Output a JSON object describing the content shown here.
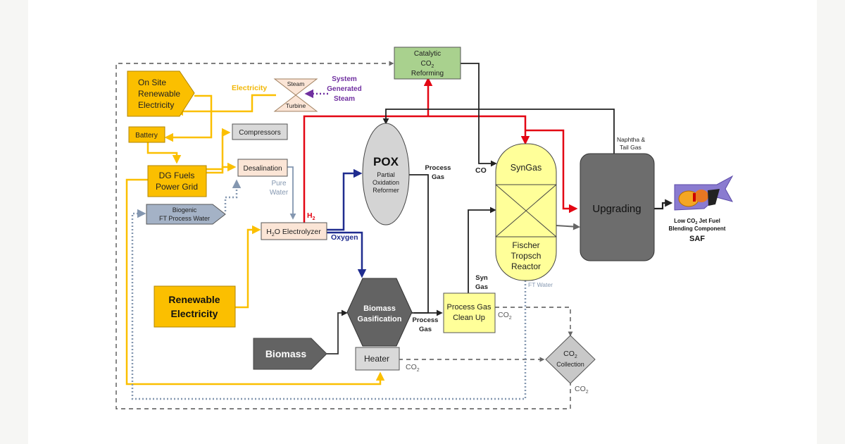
{
  "colors": {
    "yellow": "#fbbf00",
    "yellow_stroke": "#b08600",
    "yellow_text": "#f2b705",
    "light_yellow": "#ffff99",
    "red": "#e30613",
    "navy": "#1f2c8f",
    "purple": "#7030a0",
    "dark_gray": "#636363",
    "mid_gray": "#7a7a7a",
    "light_gray": "#d9d9d9",
    "peach": "#fbe5d6",
    "green": "#a9d18e",
    "blue_gray": "#a4b2c6",
    "water_blue": "#8497b0",
    "dashed": "#555555"
  },
  "nodes": {
    "onsite_renewable": [
      "On Site",
      "Renewable",
      "Electricity"
    ],
    "battery": "Battery",
    "dg_fuels": [
      "DG Fuels",
      "Power Grid"
    ],
    "compressors": "Compressors",
    "desalination": "Desalination",
    "biogenic_water": [
      "Biogenic",
      "FT Process Water"
    ],
    "electrolyzer_main": "H",
    "electrolyzer_sub": "2",
    "electrolyzer_rest": "O Electrolyzer",
    "renewable": [
      "Renewable",
      "Electricity"
    ],
    "biomass": "Biomass",
    "steam_turbine_top": "Steam",
    "steam_turbine_bottom": "Turbine",
    "catalytic_line1": "Catalytic",
    "catalytic_co": "CO",
    "catalytic_sub": "2",
    "catalytic_line3": "Reforming",
    "pox_title": "POX",
    "pox_sub": [
      "Partial",
      "Oxidation",
      "Reformer"
    ],
    "gasification": [
      "Biomass",
      "Gasification"
    ],
    "heater": "Heater",
    "clean_up": [
      "Process Gas",
      "Clean Up"
    ],
    "syngas": "SynGas",
    "ft_reactor": [
      "Fischer",
      "Tropsch",
      "Reactor"
    ],
    "upgrading": "Upgrading",
    "co2_collection_co": "CO",
    "co2_collection_sub": "2",
    "co2_collection_label": "Collection"
  },
  "labels": {
    "electricity": "Electricity",
    "system_steam": [
      "System",
      "Generated",
      "Steam"
    ],
    "pure_water": [
      "Pure",
      "Water"
    ],
    "h2_main": "H",
    "h2_sub": "2",
    "oxygen": "Oxygen",
    "process_gas_top": [
      "Process",
      "Gas"
    ],
    "process_gas_bottom": [
      "Process",
      "Gas"
    ],
    "co": "CO",
    "syn_gas": [
      "Syn",
      "Gas"
    ],
    "naphtha": [
      "Naphtha  &",
      "Tail Gas"
    ],
    "ft_water": "FT Water",
    "co2_cleanup_main": "CO",
    "co2_cleanup_sub": "2",
    "co2_heater_main": "CO",
    "co2_heater_sub": "2",
    "co2_bottom_main": "CO",
    "co2_bottom_sub": "2",
    "saf_line1_a": "Low CO",
    "saf_line1_sub": "2",
    "saf_line1_b": " Jet Fuel",
    "saf_line2": "Blending Component",
    "saf": "SAF"
  },
  "icons": {
    "saf_icon": "airplane-fuel-icon"
  }
}
